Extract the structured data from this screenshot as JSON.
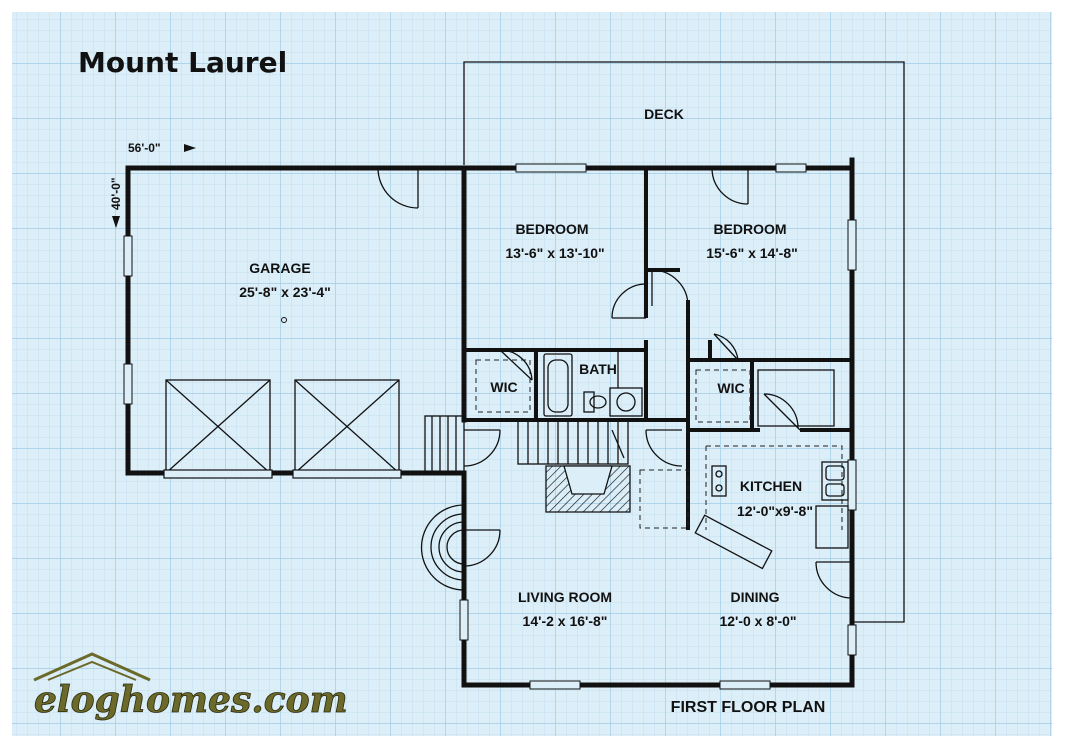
{
  "plan": {
    "title": "Mount Laurel",
    "footer_label": "FIRST FLOOR PLAN",
    "dim_width": "56'-0\"",
    "dim_depth": "40'-0\"",
    "brand": "eloghomes.com",
    "rooms": {
      "deck": {
        "name": "DECK"
      },
      "garage": {
        "name": "GARAGE",
        "size": "25'-8\" x 23'-4\""
      },
      "bedroom1": {
        "name": "BEDROOM",
        "size": "13'-6\" x 13'-10\""
      },
      "bedroom2": {
        "name": "BEDROOM",
        "size": "15'-6\" x 14'-8\""
      },
      "bath": {
        "name": "BATH"
      },
      "wic1": {
        "name": "WIC"
      },
      "wic2": {
        "name": "WIC"
      },
      "kitchen": {
        "name": "KITCHEN",
        "size": "12'-0\"x9'-8\""
      },
      "living": {
        "name": "LIVING ROOM",
        "size": "14'-2 x 16'-8\""
      },
      "dining": {
        "name": "DINING",
        "size": "12'-0 x 8'-0\""
      }
    },
    "colors": {
      "paper": "#dceef8",
      "grid_minor": "#bcdcee",
      "grid_major": "#9ccbe6",
      "ink": "#111111",
      "logo_olive": "#6b6a2a"
    }
  }
}
